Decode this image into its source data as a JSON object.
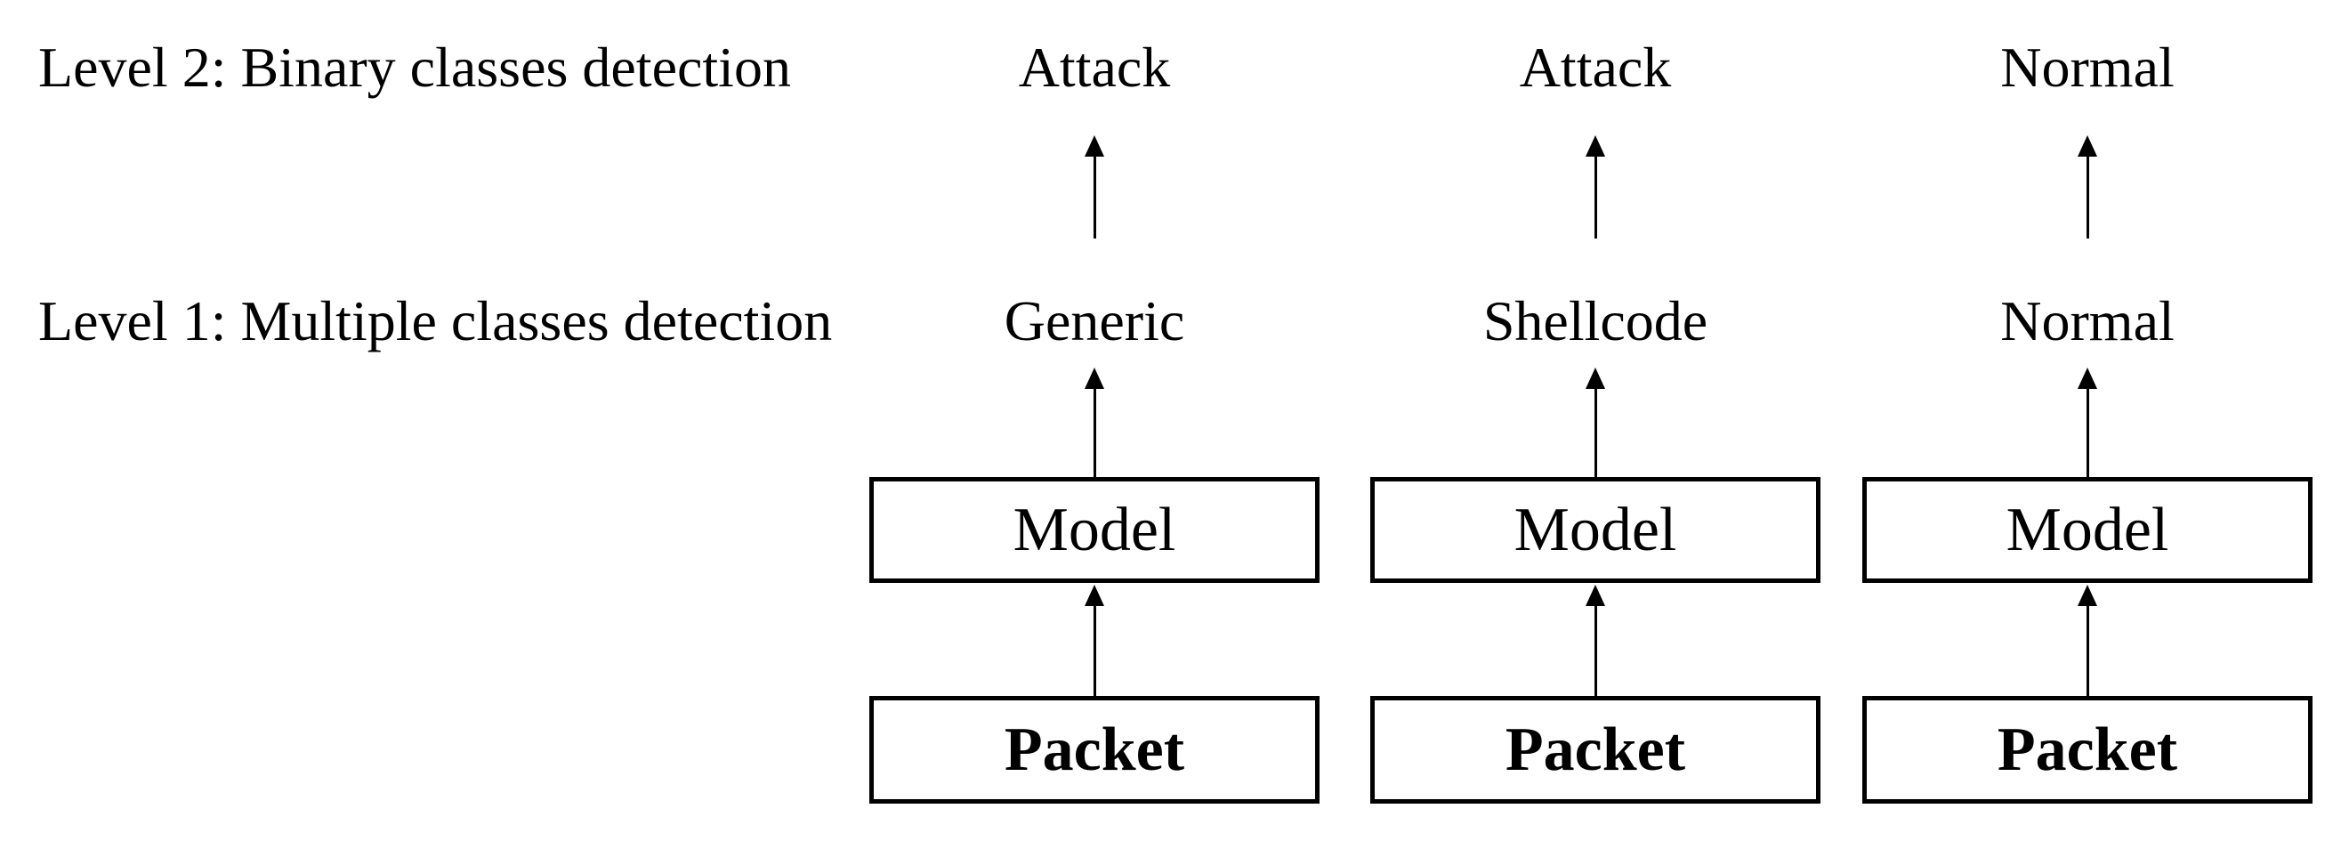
{
  "figure": {
    "background_color": "#ffffff",
    "ink_color": "#000000",
    "rows": {
      "level2_label": "Level 2: Binary classes detection",
      "level1_label": "Level 1: Multiple classes detection"
    },
    "columns": [
      {
        "level2": "Attack",
        "level1": "Generic",
        "model_label": "Model",
        "packet_label": "Packet"
      },
      {
        "level2": "Attack",
        "level1": "Shellcode",
        "model_label": "Model",
        "packet_label": "Packet"
      },
      {
        "level2": "Normal",
        "level1": "Normal",
        "model_label": "Model",
        "packet_label": "Packet"
      }
    ]
  }
}
